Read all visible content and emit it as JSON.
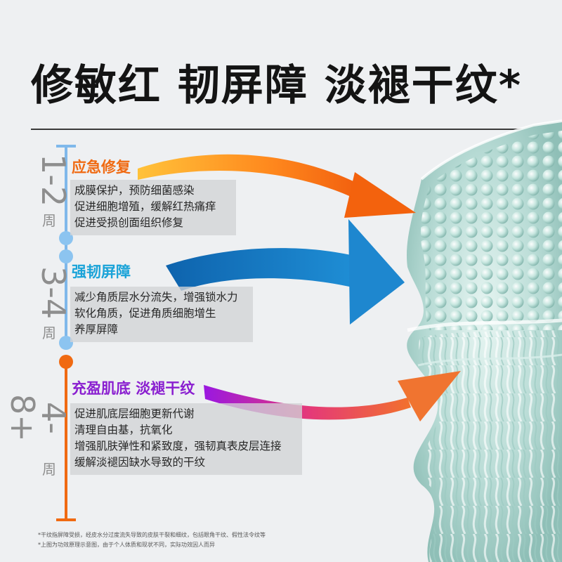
{
  "title": "修敏红 韧屏障 淡褪干纹*",
  "colors": {
    "background": "#eef0f2",
    "stage1_accent": "#f06a12",
    "stage2_accent": "#1aa3d8",
    "stage3_accent": "#8a1fd0",
    "rail_blue": "#7fb8ea",
    "rail_orange": "#f06a12",
    "node_blue": "#8cc4f0"
  },
  "stages": [
    {
      "weeks": "1-2",
      "unit": "周",
      "title": "应急修复",
      "lines": [
        "成膜保护，预防细菌感染",
        "促进细胞增殖，缓解红热痛痒",
        "促进受损创面组织修复"
      ]
    },
    {
      "weeks": "3-4",
      "unit": "周",
      "title": "强韧屏障",
      "lines": [
        "减少角质层水分流失，增强锁水力",
        "软化角质，促进角质细胞增生",
        "养厚屏障"
      ]
    },
    {
      "weeks": "4-8+",
      "unit": "周",
      "title": "充盈肌底 淡褪干纹",
      "lines": [
        "促进肌底层细胞更新代谢",
        "清理自由基，抗氧化",
        "增强肌肤弹性和紧致度，强韧真表皮层连接",
        "缓解淡褪因缺水导致的干纹"
      ]
    }
  ],
  "footnotes": [
    "*干纹指屏障受损，经皮水分过度流失导致的皮肤干裂和细纹，包括眼角干纹、假性法令纹等",
    "*上图为功效原理示意图，由于个人体质和现状不同，实际功效因人而异"
  ],
  "icons": {
    "arrows": "curved-arrow-icon",
    "illustration": "skin-cross-section-illustration"
  }
}
